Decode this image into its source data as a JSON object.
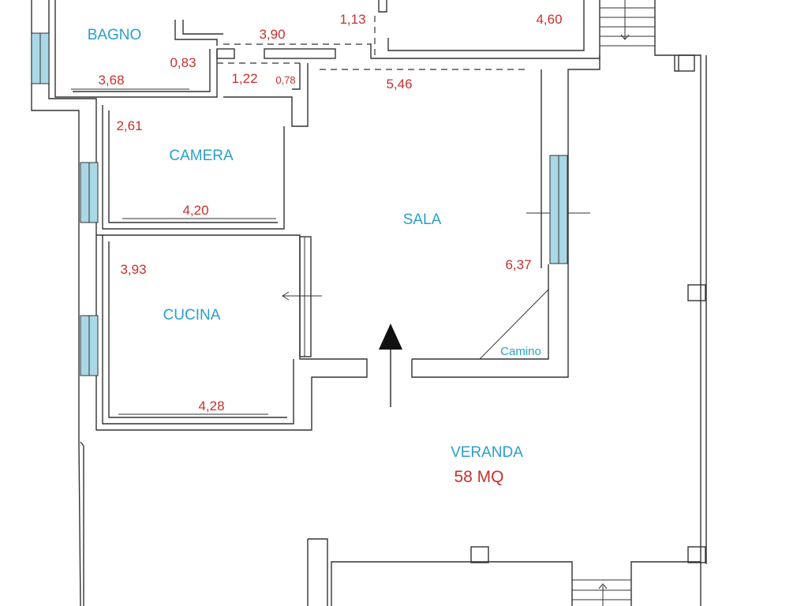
{
  "colors": {
    "wall": "#333333",
    "room_label": "#2a9fc9",
    "dimension": "#c9302c",
    "window_fill": "#a9d8e6"
  },
  "rooms": {
    "bagno": "BAGNO",
    "camera": "CAMERA",
    "cucina": "CUCINA",
    "sala": "SALA",
    "veranda": "VERANDA"
  },
  "veranda_area": "58 MQ",
  "camino": "Camino",
  "dimensions": {
    "bagno_height": "0,83",
    "bagno_width": "3,68",
    "corridor_width": "3,90",
    "corridor_door": "1,22",
    "corridor_niche": "0,78",
    "top_center": "1,13",
    "top_right": "4,60",
    "sala_width": "5,46",
    "sala_depth": "6,37",
    "camera_depth": "2,61",
    "camera_width": "4,20",
    "cucina_depth": "3,93",
    "cucina_width": "4,28"
  },
  "icons": {
    "entrance": "north-arrow-icon",
    "stairs_top": "stairs-down-icon",
    "stairs_bottom": "stairs-up-icon"
  }
}
